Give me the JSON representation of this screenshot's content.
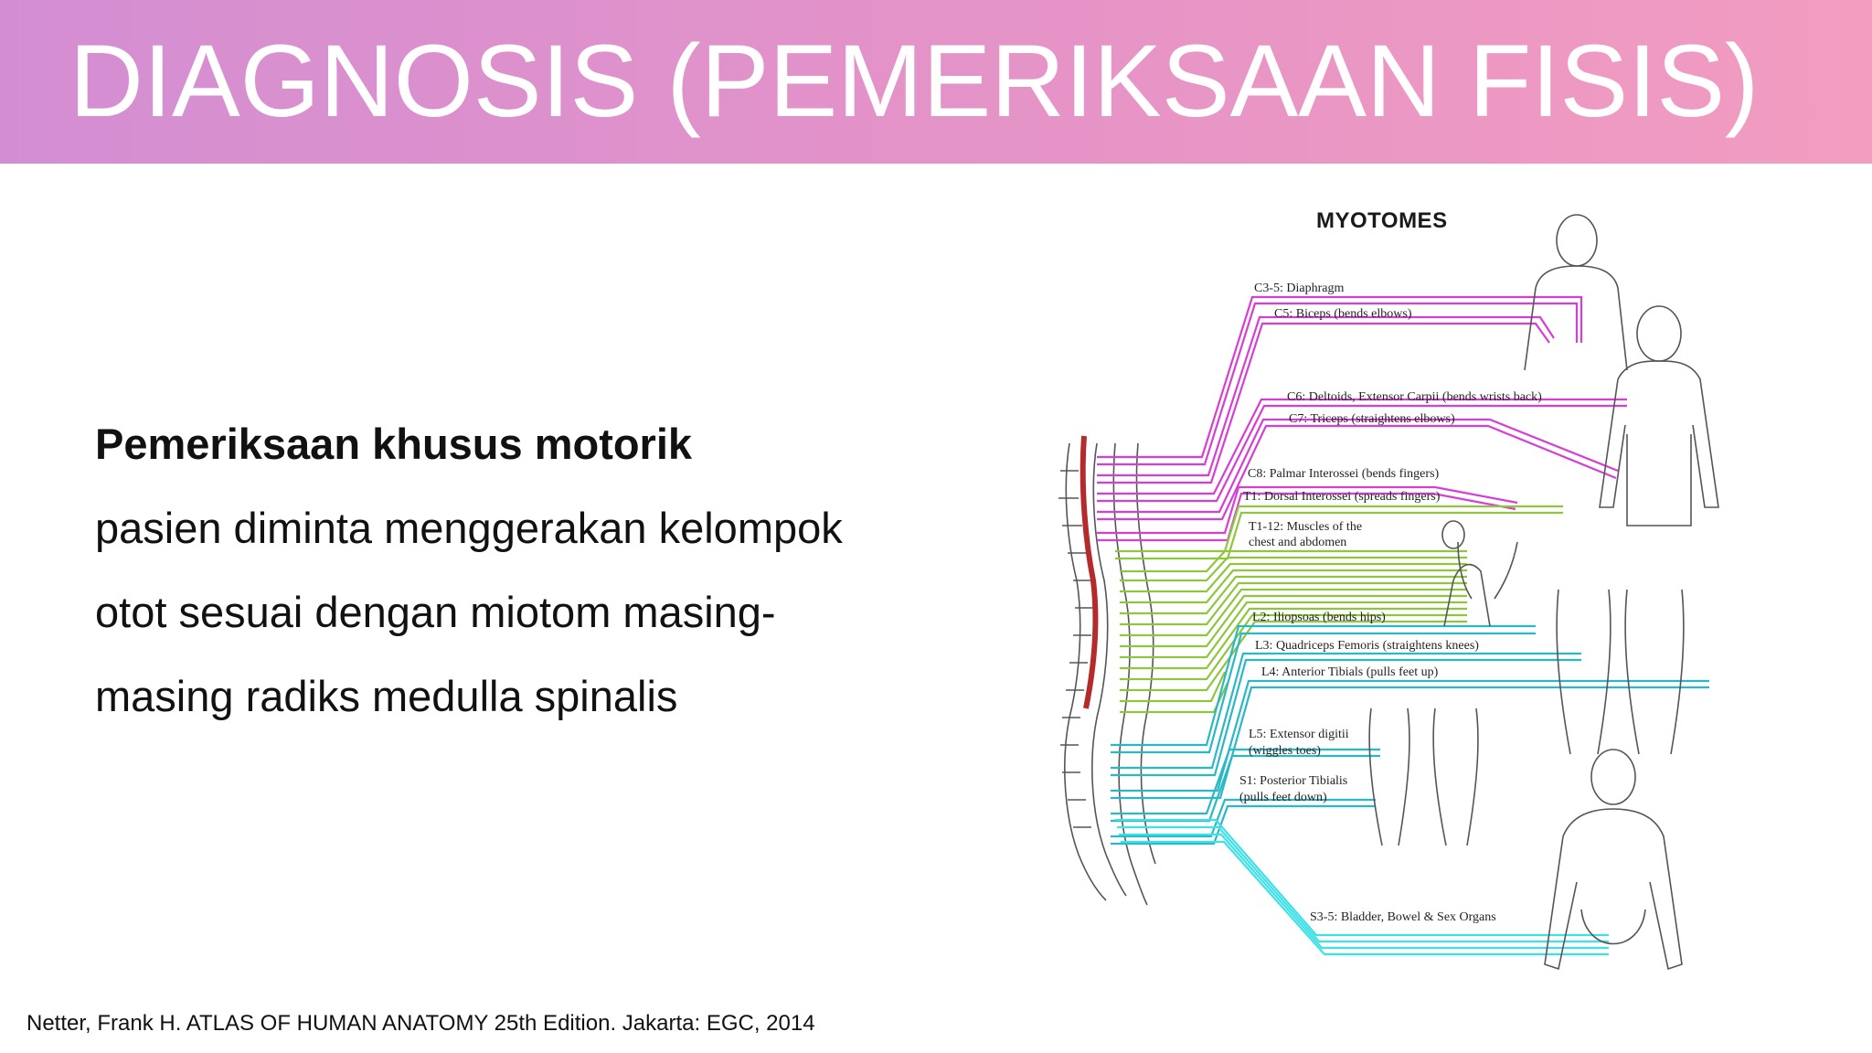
{
  "slide": {
    "title": "DIAGNOSIS (PEMERIKSAAN FISIS)",
    "lead": "Pemeriksaan khusus motorik",
    "lines": [
      "pasien diminta menggerakan kelompok",
      "otot sesuai dengan miotom masing-",
      "masing radiks medulla spinalis"
    ],
    "citation": "Netter, Frank H. ATLAS OF HUMAN ANATOMY 25th Edition. Jakarta: EGC, 2014"
  },
  "figure": {
    "title": "MYOTOMES",
    "labels": {
      "c35": "C3-5: Diaphragm",
      "c5": "C5: Biceps (bends elbows)",
      "c6": "C6: Deltoids, Extensor Carpii (bends wrists back)",
      "c7": "C7: Triceps (straightens elbows)",
      "c8": "C8: Palmar Interossei (bends fingers)",
      "t1": "T1: Dorsal Interossei (spreads fingers)",
      "t112a": "T1-12: Muscles of the",
      "t112b": "chest and abdomen",
      "l2": "L2: Iliopsoas (bends hips)",
      "l3": "L3: Quadriceps Femoris (straightens knees)",
      "l4": "L4: Anterior Tibials (pulls feet up)",
      "l5a": "L5: Extensor digitii",
      "l5b": "(wiggles toes)",
      "s1a": "S1: Posterior Tibialis",
      "s1b": "(pulls feet down)",
      "s35": "S3-5: Bladder, Bowel & Sex Organs"
    },
    "colors": {
      "cervical": "#d63fd3",
      "thoracic": "#8ec63f",
      "lumbar": "#2ab8c6",
      "sacral": "#3fe0e6",
      "cord": "#b52a2a"
    }
  }
}
